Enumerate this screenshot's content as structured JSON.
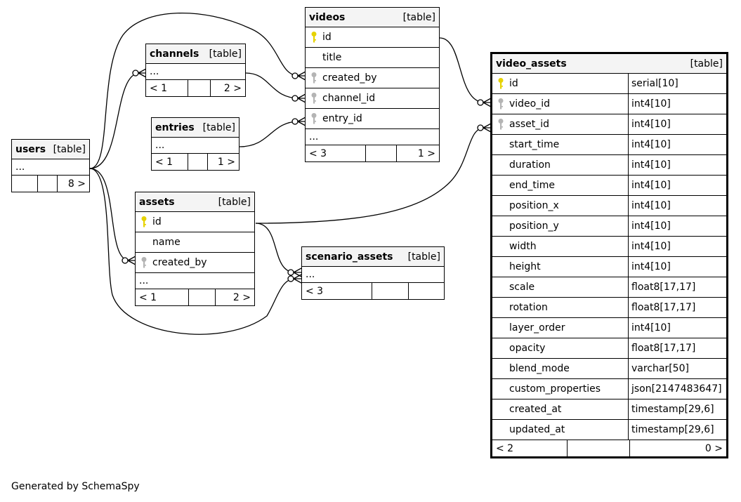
{
  "icons": {
    "primary_key": "key-icon-yellow",
    "foreign_key": "key-icon-gray"
  },
  "colors": {
    "header_bg": "#f4f4f4",
    "pk_key": "#e6d200",
    "fk_key": "#b4b4b4",
    "line": "#000000"
  },
  "tables": {
    "videos": {
      "name": "videos",
      "kind": "[table]",
      "columns": [
        {
          "name": "id",
          "key": "pk"
        },
        {
          "name": "title",
          "key": ""
        },
        {
          "name": "created_by",
          "key": "fk"
        },
        {
          "name": "channel_id",
          "key": "fk"
        },
        {
          "name": "entry_id",
          "key": "fk"
        }
      ],
      "ellipsis": "...",
      "footer": {
        "parents": "< 3",
        "mid": "",
        "children": "1 >"
      }
    },
    "channels": {
      "name": "channels",
      "kind": "[table]",
      "ellipsis": "...",
      "footer": {
        "parents": "< 1",
        "mid": "",
        "children": "2 >"
      }
    },
    "entries": {
      "name": "entries",
      "kind": "[table]",
      "ellipsis": "...",
      "footer": {
        "parents": "< 1",
        "mid": "",
        "children": "1 >"
      }
    },
    "users": {
      "name": "users",
      "kind": "[table]",
      "ellipsis": "...",
      "footer": {
        "parents": "",
        "mid": "",
        "children": "8 >"
      }
    },
    "assets": {
      "name": "assets",
      "kind": "[table]",
      "columns": [
        {
          "name": "id",
          "key": "pk"
        },
        {
          "name": "name",
          "key": ""
        },
        {
          "name": "created_by",
          "key": "fk"
        }
      ],
      "ellipsis": "...",
      "footer": {
        "parents": "< 1",
        "mid": "",
        "children": "2 >"
      }
    },
    "scenario_assets": {
      "name": "scenario_assets",
      "kind": "[table]",
      "ellipsis": "...",
      "footer": {
        "parents": "< 3",
        "mid": "",
        "children": ""
      }
    },
    "video_assets": {
      "name": "video_assets",
      "kind": "[table]",
      "columns": [
        {
          "name": "id",
          "type": "serial[10]",
          "key": "pk"
        },
        {
          "name": "video_id",
          "type": "int4[10]",
          "key": "fk"
        },
        {
          "name": "asset_id",
          "type": "int4[10]",
          "key": "fk"
        },
        {
          "name": "start_time",
          "type": "int4[10]",
          "key": ""
        },
        {
          "name": "duration",
          "type": "int4[10]",
          "key": ""
        },
        {
          "name": "end_time",
          "type": "int4[10]",
          "key": ""
        },
        {
          "name": "position_x",
          "type": "int4[10]",
          "key": ""
        },
        {
          "name": "position_y",
          "type": "int4[10]",
          "key": ""
        },
        {
          "name": "width",
          "type": "int4[10]",
          "key": ""
        },
        {
          "name": "height",
          "type": "int4[10]",
          "key": ""
        },
        {
          "name": "scale",
          "type": "float8[17,17]",
          "key": ""
        },
        {
          "name": "rotation",
          "type": "float8[17,17]",
          "key": ""
        },
        {
          "name": "layer_order",
          "type": "int4[10]",
          "key": ""
        },
        {
          "name": "opacity",
          "type": "float8[17,17]",
          "key": ""
        },
        {
          "name": "blend_mode",
          "type": "varchar[50]",
          "key": ""
        },
        {
          "name": "custom_properties",
          "type": "json[2147483647]",
          "key": ""
        },
        {
          "name": "created_at",
          "type": "timestamp[29,6]",
          "key": ""
        },
        {
          "name": "updated_at",
          "type": "timestamp[29,6]",
          "key": ""
        }
      ],
      "footer": {
        "parents": "< 2",
        "mid": "",
        "children": "0 >"
      }
    }
  },
  "footer_note": "Generated by SchemaSpy"
}
